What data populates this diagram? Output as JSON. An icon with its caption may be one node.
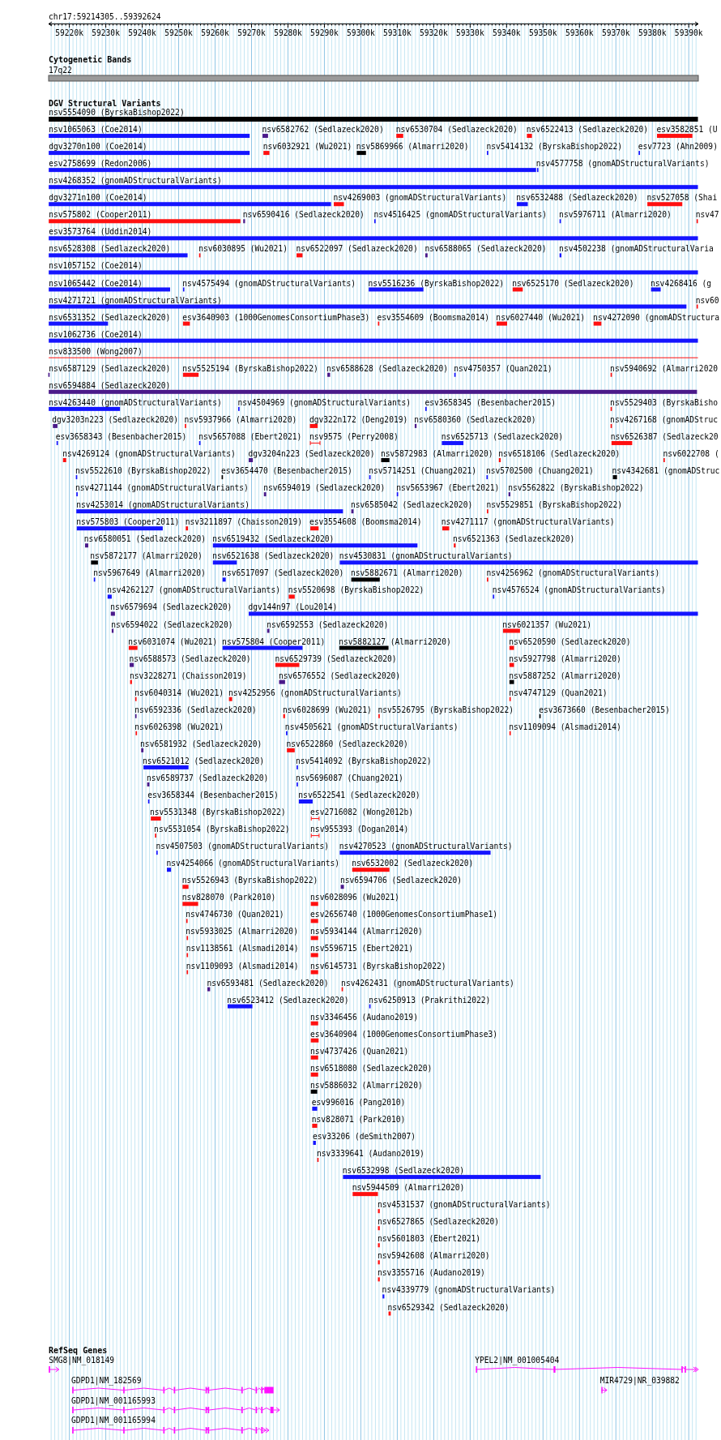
{
  "diagram": {
    "labels": [
      "chr17:59214305..59392624",
      "59220k",
      "59230k",
      "59240k",
      "59250k",
      "59260k",
      "59270k",
      "59280k",
      "59290k",
      "59300k",
      "59310k",
      "59320k",
      "59330k",
      "59340k",
      "59350k",
      "59360k",
      "59370k",
      "59380k",
      "59390k",
      "Cytogenetic Bands",
      "17q22",
      "DGV Structural Variants",
      "nsv5554090 (ByrskaBishop2022)",
      "nsv1065063 (Coe2014)",
      "nsv6582762 (Sedlazeck2020)",
      "nsv6530704 (Sedlazeck2020)",
      "nsv6522413 (Sedlazeck2020)",
      "esv3582851 (U",
      "dgv3270n100 (Coe2014)",
      "nsv6032921 (Wu2021)",
      "nsv5869966 (Almarri2020)",
      "nsv5414132 (ByrskaBishop2022)",
      "esv7723 (Ahn2009)",
      "esv2758699 (Redon2006)",
      "nsv4577758 (gnomADStructuralVariants)",
      "nsv4268352 (gnomADStructuralVariants)",
      "dgv3271n100 (Coe2014)",
      "nsv4269003 (gnomADStructuralVariants)",
      "nsv6532488 (Sedlazeck2020)",
      "nsv527058 (Shai",
      "nsv575802 (Cooper2011)",
      "nsv6590416 (Sedlazeck2020)",
      "nsv4516425 (gnomADStructuralVariants)",
      "nsv5976711 (Almarri2020)",
      "nsv47",
      "esv3573764 (Uddin2014)",
      "nsv6528308 (Sedlazeck2020)",
      "nsv6030895 (Wu2021)",
      "nsv6522097 (Sedlazeck2020)",
      "nsv6588065 (Sedlazeck2020)",
      "nsv4502238 (gnomADStructuralVaria",
      "nsv1057152 (Coe2014)",
      "nsv1065442 (Coe2014)",
      "nsv4575494 (gnomADStructuralVariants)",
      "nsv5516236 (ByrskaBishop2022)",
      "nsv6525170 (Sedlazeck2020)",
      "nsv4268416 (g",
      "nsv4271721 (gnomADStructuralVariants)",
      "nsv60",
      "nsv6531352 (Sedlazeck2020)",
      "esv3640903 (1000GenomesConsortiumPhase3)",
      "esv3554609 (Boomsma2014)",
      "nsv6027440 (Wu2021)",
      "nsv4272090 (gnomADStructura",
      "nsv1062736 (Coe2014)",
      "nsv833500 (Wong2007)",
      "nsv6587129 (Sedlazeck2020)",
      "nsv5525194 (ByrskaBishop2022)",
      "nsv6588628 (Sedlazeck2020)",
      "nsv4750357 (Quan2021)",
      "nsv5940692 (Almarri2020",
      "nsv6594884 (Sedlazeck2020)",
      "nsv4263440 (gnomADStructuralVariants)",
      "nsv4504969 (gnomADStructuralVariants)",
      "esv3658345 (Besenbacher2015)",
      "nsv5529403 (ByrskaBisho",
      "dgv3203n223 (Sedlazeck2020)",
      "nsv5937966 (Almarri2020)",
      "dgv322n172 (Deng2019)",
      "nsv6580360 (Sedlazeck2020)",
      "nsv4267168 (gnomADStruc",
      "esv3658343 (Besenbacher2015)",
      "nsv5657088 (Ebert2021)",
      "nsv9575 (Perry2008)",
      "nsv6525713 (Sedlazeck2020)",
      "nsv6526387 (Sedlazeck20",
      "nsv4269124 (gnomADStructuralVariants)",
      "dgv3204n223 (Sedlazeck2020)",
      "nsv5872983 (Almarri2020)",
      "nsv6518106 (Sedlazeck2020)",
      "nsv6022708 (",
      "nsv5522610 (ByrskaBishop2022)",
      "esv3654470 (Besenbacher2015)",
      "nsv5714251 (Chuang2021)",
      "nsv5702500 (Chuang2021)",
      "nsv4342681 (gnomADStruc",
      "nsv4271144 (gnomADStructuralVariants)",
      "nsv6594019 (Sedlazeck2020)",
      "nsv5653967 (Ebert2021)",
      "nsv5562822 (ByrskaBishop2022)",
      "nsv4253014 (gnomADStructuralVariants)",
      "nsv6585042 (Sedlazeck2020)",
      "nsv5529851 (ByrskaBishop2022)",
      "nsv575803 (Cooper2011)",
      "nsv3211897 (Chaisson2019)",
      "esv3554608 (Boomsma2014)",
      "nsv4271117 (gnomADStructuralVariants)",
      "nsv6580051 (Sedlazeck2020)",
      "nsv6519432 (Sedlazeck2020)",
      "nsv6521363 (Sedlazeck2020)",
      "nsv5872177 (Almarri2020)",
      "nsv6521638 (Sedlazeck2020)",
      "nsv4530831 (gnomADStructuralVariants)",
      "nsv5967649 (Almarri2020)",
      "nsv6517097 (Sedlazeck2020)",
      "nsv5882671 (Almarri2020)",
      "nsv4256962 (gnomADStructuralVariants)",
      "nsv4262127 (gnomADStructuralVariants)",
      "nsv5520698 (ByrskaBishop2022)",
      "nsv4576524 (gnomADStructuralVariants)",
      "nsv6579694 (Sedlazeck2020)",
      "dgv144n97 (Lou2014)",
      "nsv6594022 (Sedlazeck2020)",
      "nsv6592553 (Sedlazeck2020)",
      "nsv6021357 (Wu2021)",
      "nsv6031074 (Wu2021)",
      "nsv575804 (Cooper2011)",
      "nsv5882127 (Almarri2020)",
      "nsv6520590 (Sedlazeck2020)",
      "nsv6588573 (Sedlazeck2020)",
      "nsv6529739 (Sedlazeck2020)",
      "nsv5927798 (Almarri2020)",
      "nsv3228271 (Chaisson2019)",
      "nsv6576552 (Sedlazeck2020)",
      "nsv5887252 (Almarri2020)",
      "nsv6040314 (Wu2021)",
      "nsv4252956 (gnomADStructuralVariants)",
      "nsv4747129 (Quan2021)",
      "nsv6592336 (Sedlazeck2020)",
      "nsv6028699 (Wu2021)",
      "nsv5526795 (ByrskaBishop2022)",
      "esv3673660 (Besenbacher2015)",
      "nsv6026398 (Wu2021)",
      "nsv4505621 (gnomADStructuralVariants)",
      "nsv1109094 (Alsmadi2014)",
      "nsv6581932 (Sedlazeck2020)",
      "nsv6522860 (Sedlazeck2020)",
      "nsv6521012 (Sedlazeck2020)",
      "nsv5414092 (ByrskaBishop2022)",
      "nsv6589737 (Sedlazeck2020)",
      "nsv5696087 (Chuang2021)",
      "esv3658344 (Besenbacher2015)",
      "nsv6522541 (Sedlazeck2020)",
      "nsv5531348 (ByrskaBishop2022)",
      "esv2716082 (Wong2012b)",
      "nsv5531054 (ByrskaBishop2022)",
      "nsv955393 (Dogan2014)",
      "nsv4507503 (gnomADStructuralVariants)",
      "nsv4270523 (gnomADStructuralVariants)",
      "nsv4254066 (gnomADStructuralVariants)",
      "nsv6532002 (Sedlazeck2020)",
      "nsv5526943 (ByrskaBishop2022)",
      "nsv6594706 (Sedlazeck2020)",
      "nsv828070 (Park2010)",
      "nsv6028096 (Wu2021)",
      "nsv4746730 (Quan2021)",
      "esv2656740 (1000GenomesConsortiumPhase1)",
      "nsv5933025 (Almarri2020)",
      "nsv5934144 (Almarri2020)",
      "nsv1138561 (Alsmadi2014)",
      "nsv5596715 (Ebert2021)",
      "nsv1109093 (Alsmadi2014)",
      "nsv6145731 (ByrskaBishop2022)",
      "nsv6593481 (Sedlazeck2020)",
      "nsv4262431 (gnomADStructuralVariants)",
      "nsv6523412 (Sedlazeck2020)",
      "nsv6250913 (Prakrithi2022)",
      "nsv3346456 (Audano2019)",
      "esv3640904 (1000GenomesConsortiumPhase3)",
      "nsv4737426 (Quan2021)",
      "nsv6518080 (Sedlazeck2020)",
      "nsv5886032 (Almarri2020)",
      "esv996016 (Pang2010)",
      "nsv828071 (Park2010)",
      "esv33206 (deSmith2007)",
      "nsv3339641 (Audano2019)",
      "nsv6532998 (Sedlazeck2020)",
      "nsv5944509 (Almarri2020)",
      "nsv4531537 (gnomADStructuralVariants)",
      "nsv6527865 (Sedlazeck2020)",
      "nsv5601803 (Ebert2021)",
      "nsv5942608 (Almarri2020)",
      "nsv3355716 (Audano2019)",
      "nsv4339779 (gnomADStructuralVariants)",
      "nsv6529342 (Sedlazeck2020)",
      "RefSeq Genes",
      "SMG8|NM_018149",
      "YPEL2|NM_001005404",
      "GDPD1|NM_182569",
      "MIR4729|NR_039882",
      "GDPD1|NM_001165993",
      "GDPD1|NM_001165994"
    ]
  }
}
